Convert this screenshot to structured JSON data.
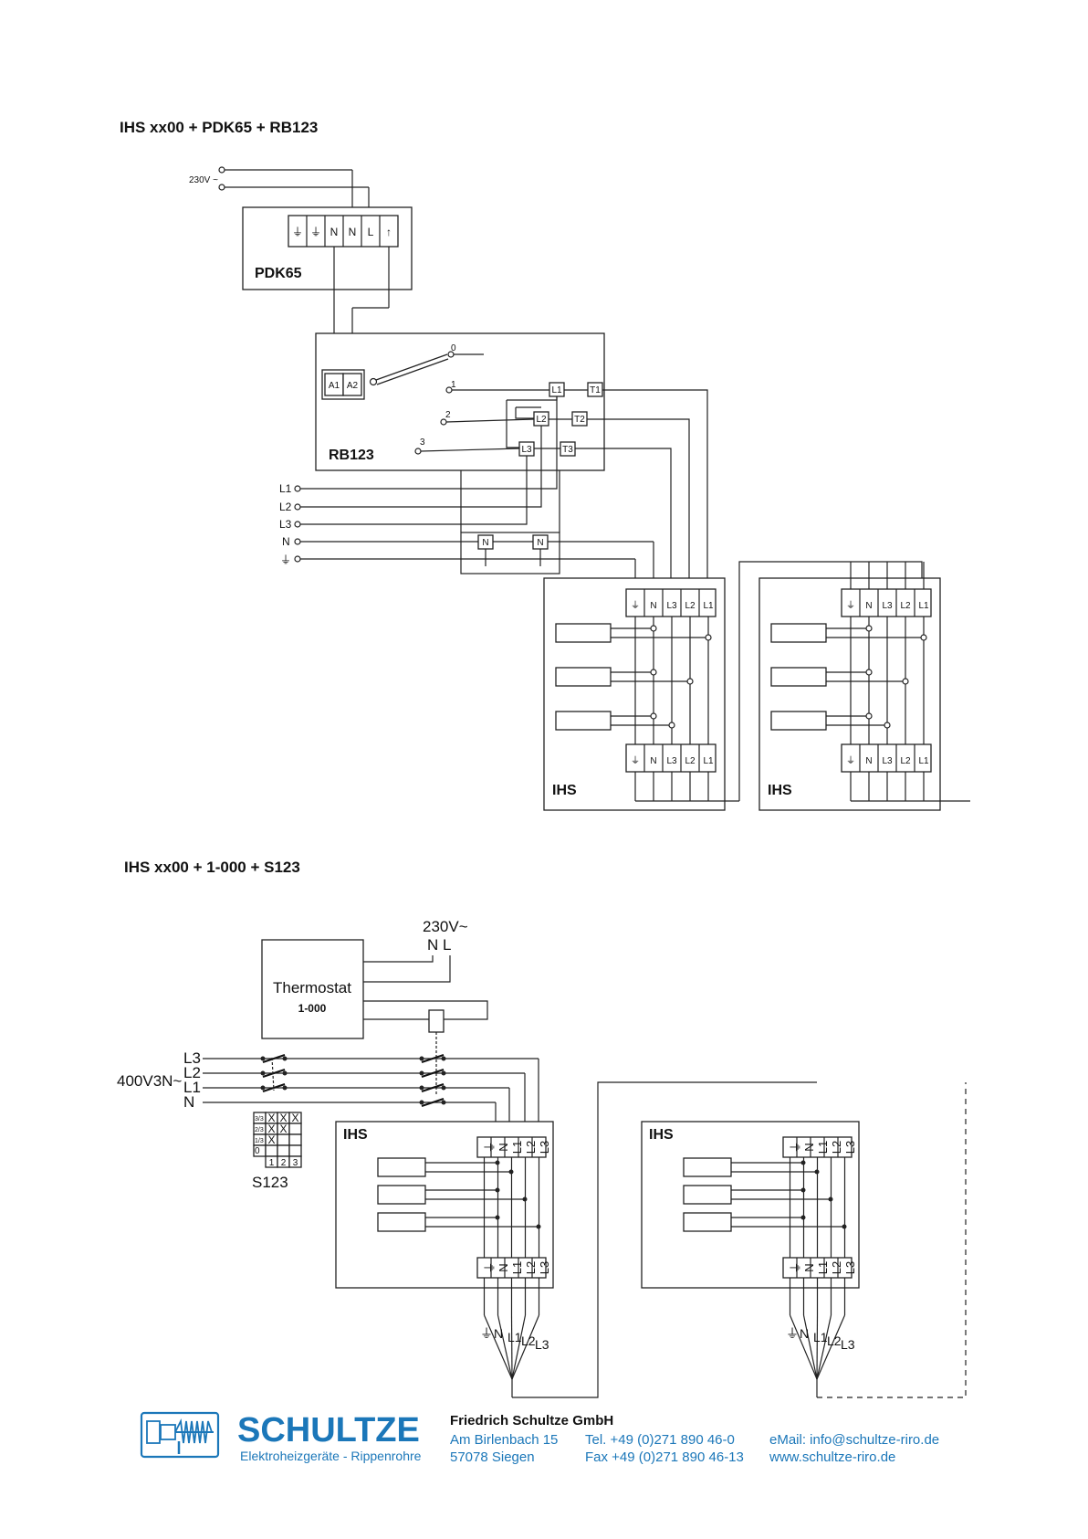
{
  "diagram1": {
    "title": "IHS xx00 + PDK65 + RB123",
    "supply": "230V ~",
    "pdk": {
      "name": "PDK65",
      "terminals": [
        "⏚",
        "⏚",
        "N",
        "N",
        "L",
        "↑"
      ]
    },
    "rb": {
      "name": "RB123",
      "coil": [
        "A1",
        "A2"
      ],
      "positions": [
        "0",
        "1",
        "2",
        "3"
      ],
      "contacts_in": [
        "L1",
        "L2",
        "L3"
      ],
      "contacts_out": [
        "T1",
        "T2",
        "T3"
      ],
      "neutral": "N"
    },
    "mains": [
      "L1",
      "L2",
      "L3",
      "N",
      "⏚"
    ],
    "heater": {
      "name": "IHS",
      "terminals": [
        "⏚",
        "N",
        "L3",
        "L2",
        "L1"
      ]
    }
  },
  "diagram2": {
    "title": "IHS xx00 + 1-000 + S123",
    "supply": "230V~",
    "supply_terms": "N L",
    "thermostat": {
      "name": "Thermostat",
      "model": "1-000"
    },
    "mains_label": "400V3N~",
    "mains": [
      "L3",
      "L2",
      "L1",
      "N"
    ],
    "switch_table": {
      "name": "S123",
      "rows": [
        "3/3",
        "2/3",
        "1/3",
        "0"
      ],
      "cols": [
        "1",
        "2",
        "3"
      ],
      "marks": [
        [
          "X",
          "X",
          "X"
        ],
        [
          "X",
          "X",
          ""
        ],
        [
          "X",
          "",
          ""
        ],
        [
          "",
          "",
          ""
        ]
      ]
    },
    "heater": {
      "name": "IHS",
      "terminals": [
        "⏚",
        "N",
        "L1",
        "L2",
        "L3"
      ]
    },
    "bottom_labels": [
      "⏚",
      "N",
      "L1",
      "L2",
      "L3"
    ]
  },
  "footer": {
    "brand": "SCHULTZE",
    "tagline": "Elektroheizgeräte - Rippenrohre",
    "company": "Friedrich Schultze GmbH",
    "street": "Am Birlenbach 15",
    "city": "57078 Siegen",
    "tel": "Tel. +49 (0)271 890 46-0",
    "fax": "Fax +49 (0)271 890 46-13",
    "email": "eMail: info@schultze-riro.de",
    "web": "www.schultze-riro.de"
  },
  "colors": {
    "brand": "#1b77b9",
    "line": "#222222"
  }
}
